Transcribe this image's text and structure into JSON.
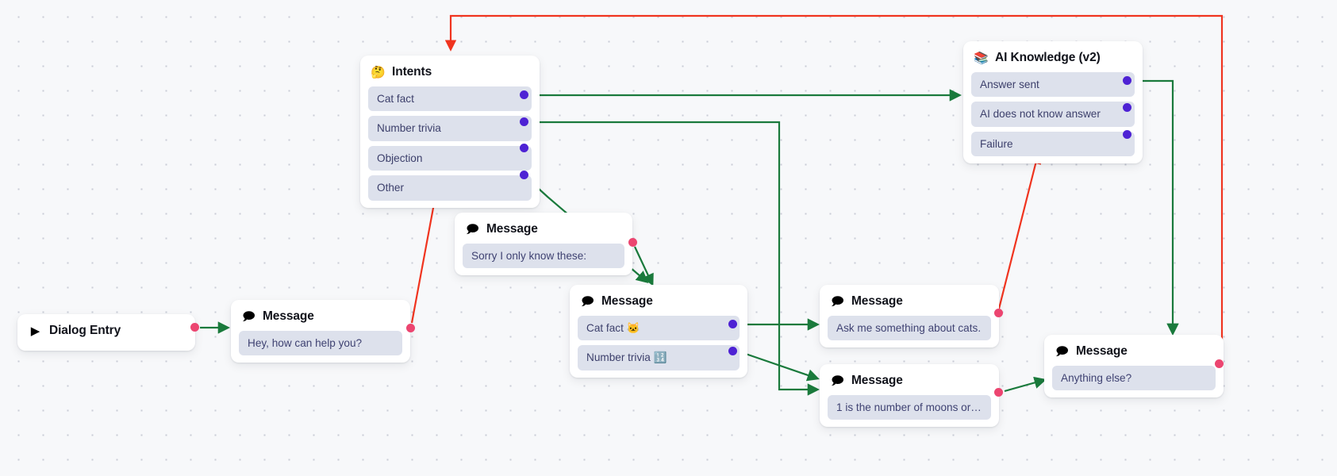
{
  "canvas": {
    "background": "#f7f8fa",
    "dot_color": "#c9ccd6",
    "edge_green": "#1a7a3c",
    "edge_red": "#f0341f",
    "port_out_color": "#4e22d4",
    "port_in_color": "#ec4570"
  },
  "nodes": [
    {
      "id": "dialog-entry",
      "title": "Dialog Entry",
      "icon": "play-button-icon",
      "icon_glyph": "▶",
      "rows": []
    },
    {
      "id": "message-greeting",
      "title": "Message",
      "icon": "speech-bubble-icon",
      "icon_glyph": "🗩",
      "rows": [
        {
          "label": "Hey, how can help you?"
        }
      ]
    },
    {
      "id": "intents",
      "title": "Intents",
      "icon": "thinking-face-icon",
      "icon_glyph": "🤔",
      "rows": [
        {
          "label": "Cat fact"
        },
        {
          "label": "Number trivia"
        },
        {
          "label": "Objection"
        },
        {
          "label": "Other"
        }
      ]
    },
    {
      "id": "message-sorry",
      "title": "Message",
      "icon": "speech-bubble-icon",
      "icon_glyph": "🗩",
      "rows": [
        {
          "label": "Sorry I only know these:"
        }
      ]
    },
    {
      "id": "message-choices",
      "title": "Message",
      "icon": "speech-bubble-icon",
      "icon_glyph": "🗩",
      "rows": [
        {
          "label": "Cat fact 🐱"
        },
        {
          "label": "Number trivia 🔢"
        }
      ]
    },
    {
      "id": "ai-knowledge",
      "title": "AI Knowledge (v2)",
      "icon": "books-icon",
      "icon_glyph": "📚",
      "rows": [
        {
          "label": "Answer sent"
        },
        {
          "label": "AI does not know answer"
        },
        {
          "label": "Failure"
        }
      ]
    },
    {
      "id": "message-ask-cats",
      "title": "Message",
      "icon": "speech-bubble-icon",
      "icon_glyph": "🗩",
      "rows": [
        {
          "label": "Ask me something about cats."
        }
      ]
    },
    {
      "id": "message-moons",
      "title": "Message",
      "icon": "speech-bubble-icon",
      "icon_glyph": "🗩",
      "rows": [
        {
          "label": "1 is the number of moons orbit..."
        }
      ]
    },
    {
      "id": "message-anything-else",
      "title": "Message",
      "icon": "speech-bubble-icon",
      "icon_glyph": "🗩",
      "rows": [
        {
          "label": "Anything else?"
        }
      ]
    }
  ]
}
